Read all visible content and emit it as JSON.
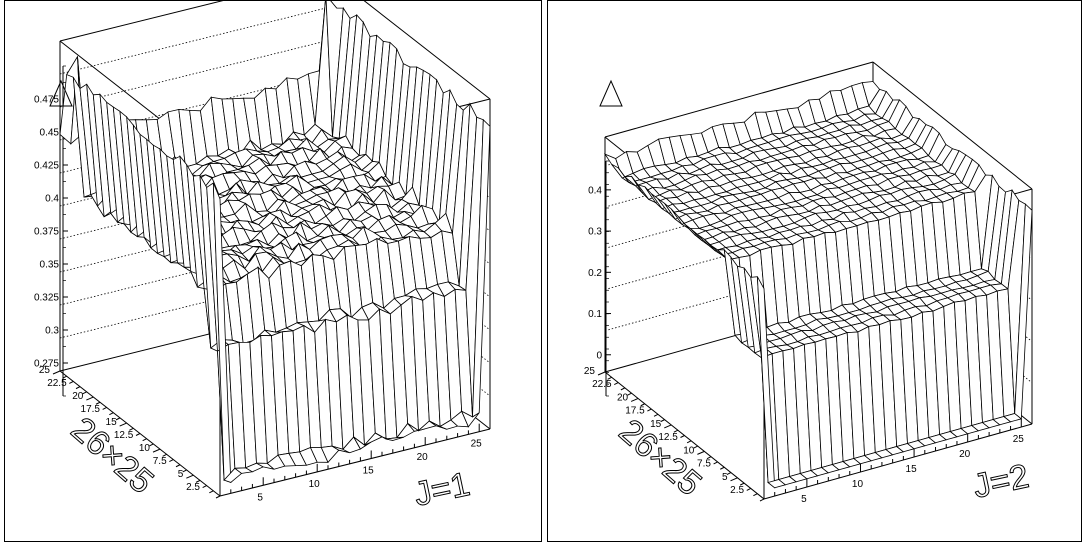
{
  "chart_data": [
    {
      "type": "surface",
      "z_axis_label": "Δ",
      "annotation": "J=1",
      "y_axis_title": "26×25",
      "z_ticks": [
        "0.275",
        "0.3",
        "0.325",
        "0.35",
        "0.375",
        "0.4",
        "0.425",
        "0.45",
        "0.475"
      ],
      "z_range": [
        0.25,
        0.5
      ],
      "x_ticks": [
        "5",
        "10",
        "15",
        "20",
        "25"
      ],
      "y_ticks": [
        "2.5",
        "5",
        "7.5",
        "10",
        "12.5",
        "15",
        "17.5",
        "20",
        "22.5",
        "25"
      ],
      "x_range": [
        1,
        26
      ],
      "y_range": [
        1,
        25
      ],
      "surface_levels": {
        "plateau": 0.39,
        "front_wall_top": 0.35,
        "front_wall_bottom": 0.26,
        "corner_spikes": 0.49
      },
      "grid": true
    },
    {
      "type": "surface",
      "z_axis_label": "Δ",
      "annotation": "J=2",
      "y_axis_title": "26×25",
      "z_ticks": [
        "0",
        "0.1",
        "0.2",
        "0.3",
        "0.4"
      ],
      "z_range": [
        -0.1,
        0.47
      ],
      "x_ticks": [
        "5",
        "10",
        "15",
        "20",
        "25"
      ],
      "y_ticks": [
        "2.5",
        "5",
        "7.5",
        "10",
        "12.5",
        "15",
        "17.5",
        "20",
        "22.5",
        "25"
      ],
      "x_range": [
        1,
        26
      ],
      "y_range": [
        1,
        25
      ],
      "surface_levels": {
        "plateau": 0.38,
        "front_shelf": 0.21,
        "front_wall_bottom": -0.08,
        "back_edge_max": 0.44
      },
      "grid": true
    }
  ]
}
